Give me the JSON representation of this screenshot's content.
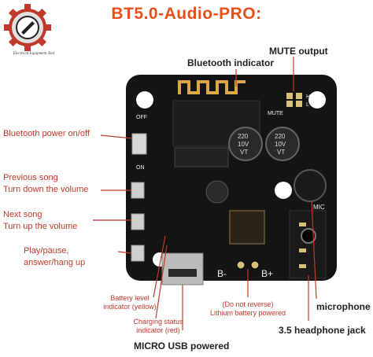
{
  "title": "BT5.0-Audio-PRO:",
  "logo": {
    "name": "gear-logo",
    "text": "Electrical Equipment Tool"
  },
  "labels": {
    "mute_output": "MUTE output",
    "bluetooth_indicator": "Bluetooth indicator",
    "bluetooth_power": "Bluetooth power on/off",
    "previous_song_1": "Previous song",
    "previous_song_2": "Turn down the volume",
    "next_song_1": "Next song",
    "next_song_2": "Turn up the volume",
    "play_1": "Play/pause,",
    "play_2": "answer/hang up",
    "battery_level_1": "Battery level",
    "battery_level_2": "indicator (yellow)",
    "charging_1": "Charging status",
    "charging_2": "indicator (red)",
    "micro_usb": "MICRO USB powered",
    "do_not_reverse": "(Do not reverse)",
    "lithium_battery": "Lithium battery powered",
    "microphone": "microphone",
    "headphone_jack": "3.5 headphone jack"
  },
  "board_text": {
    "off": "OFF",
    "on": "ON",
    "mute": "MUTE",
    "mic": "MIC",
    "h": "H",
    "l": "L",
    "b_minus": "B-",
    "b_plus": "B+",
    "cap1_top": "220",
    "cap1_mid": "10V",
    "cap1_bot": "VT",
    "cap2_top": "220",
    "cap2_mid": "10V",
    "cap2_bot": "VT"
  },
  "colors": {
    "title": "#e8501a",
    "label": "#c0392b",
    "board": "#111111",
    "accent_line": "#b03020"
  }
}
